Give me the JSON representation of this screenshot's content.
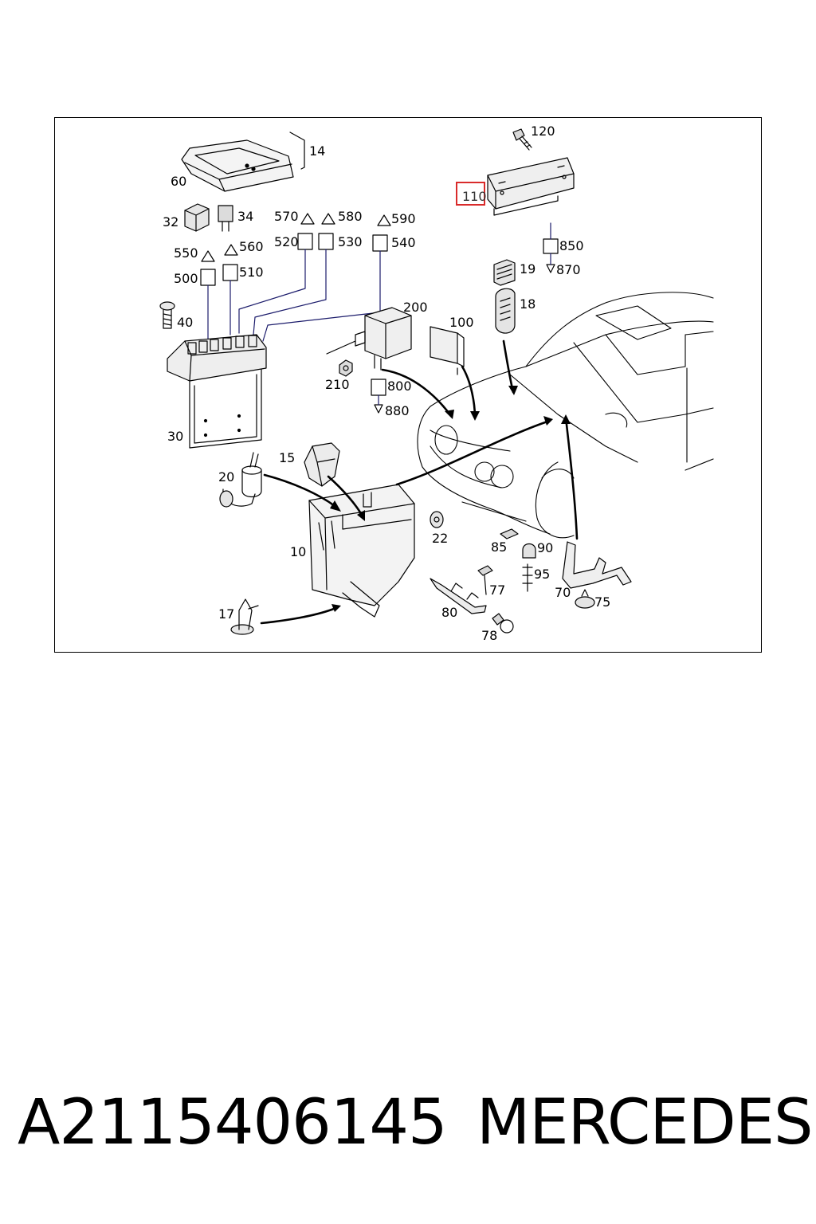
{
  "diagram": {
    "labels": [
      "14",
      "60",
      "120",
      "110",
      "32",
      "34",
      "570",
      "580",
      "590",
      "520",
      "530",
      "540",
      "550",
      "560",
      "500",
      "510",
      "850",
      "870",
      "19",
      "18",
      "40",
      "200",
      "100",
      "210",
      "800",
      "880",
      "30",
      "20",
      "15",
      "22",
      "10",
      "85",
      "90",
      "95",
      "77",
      "70",
      "75",
      "80",
      "78",
      "17"
    ],
    "highlighted": "110",
    "accent_color": "#d92b2b"
  },
  "footer": {
    "part_number": "A2115406145",
    "brand": "MERCEDES"
  }
}
